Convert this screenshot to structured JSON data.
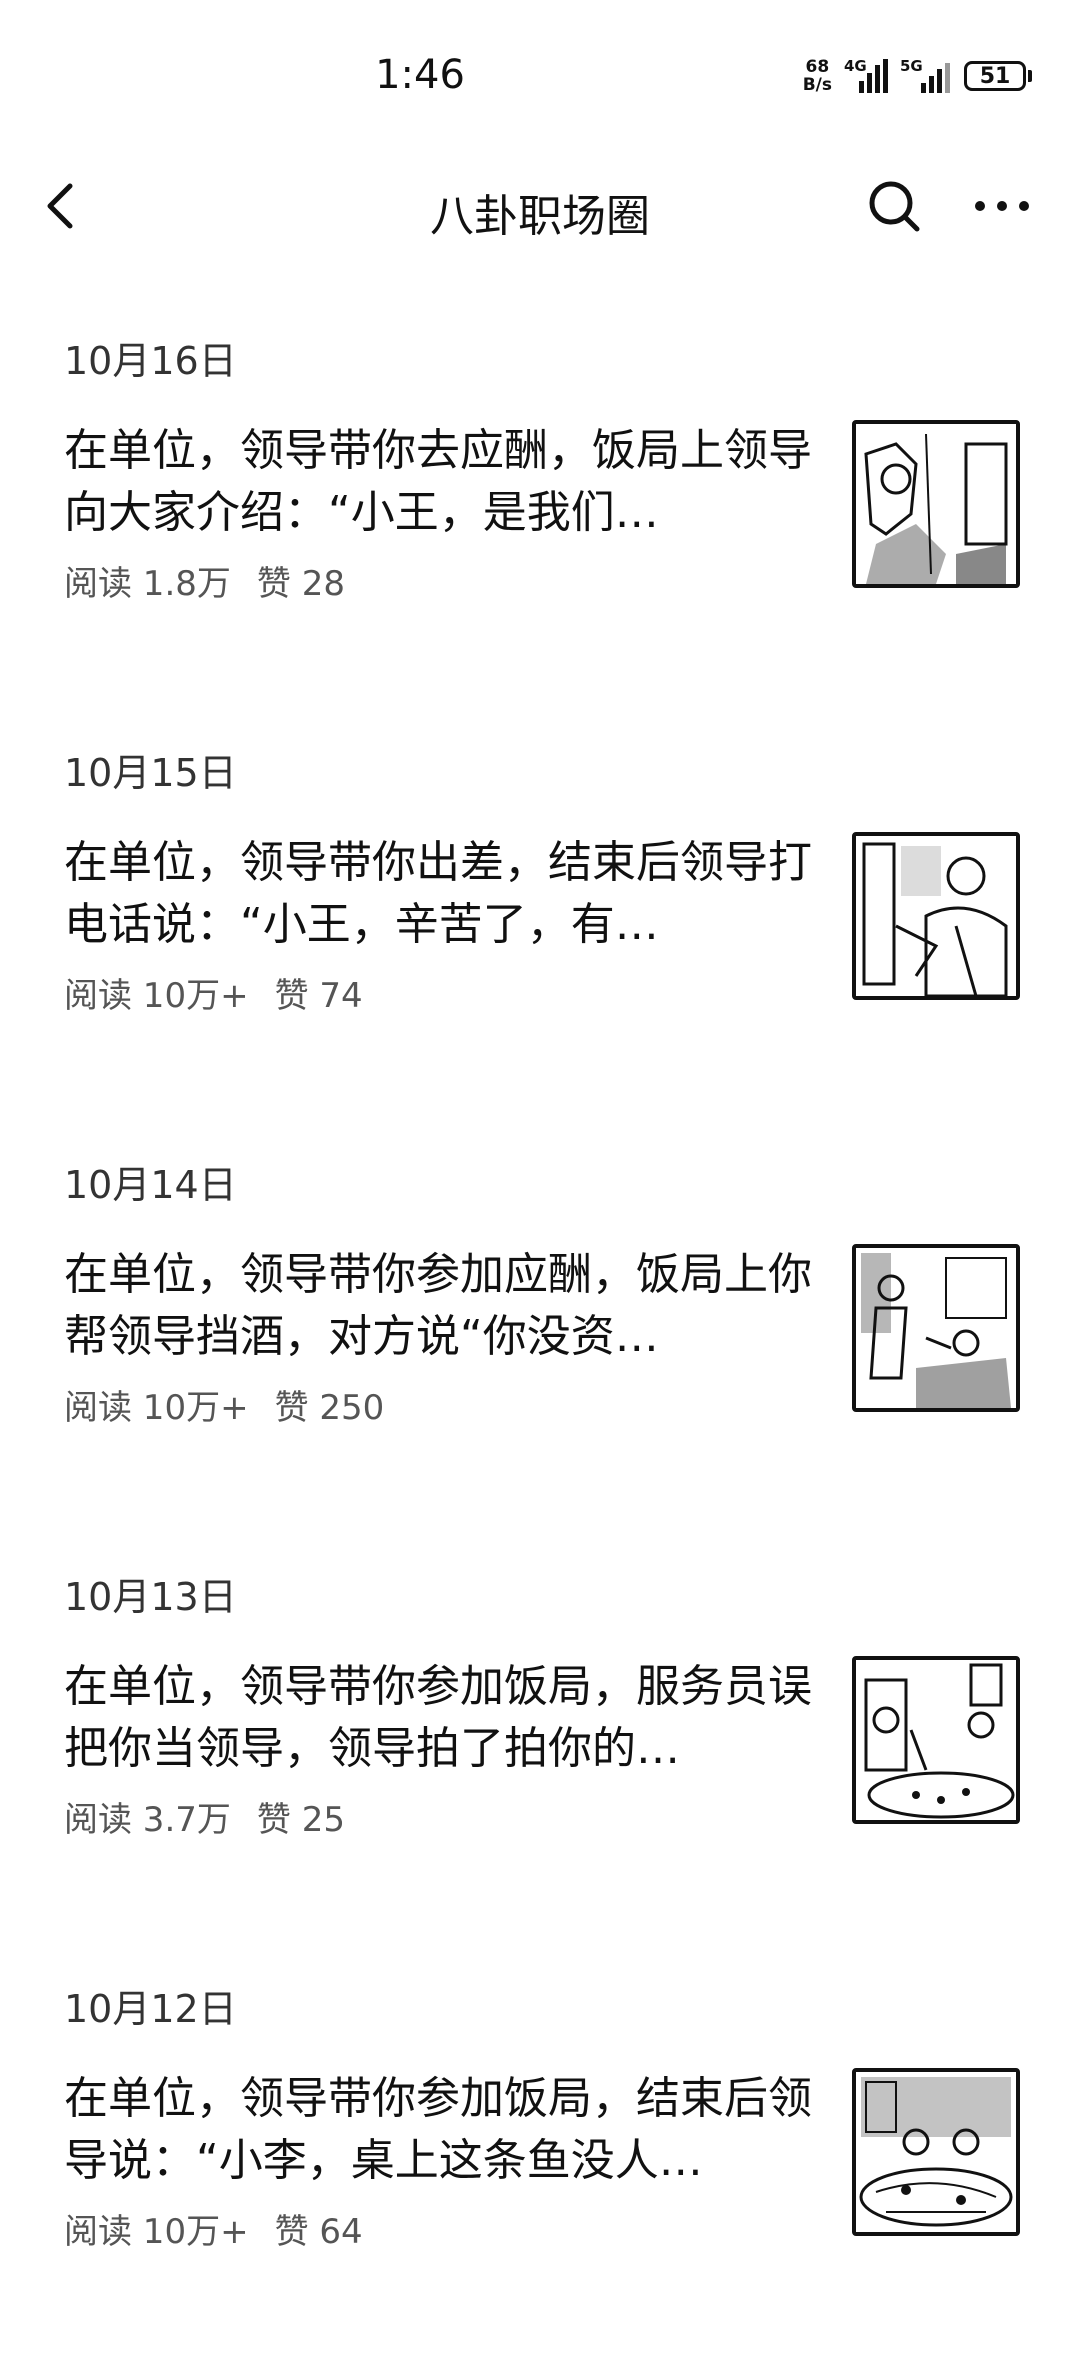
{
  "status_bar": {
    "time": "1:46",
    "net_speed_value": "68",
    "net_speed_unit": "B/s",
    "signal_1": "4G",
    "signal_2": "5G",
    "battery": "51"
  },
  "nav": {
    "title": "八卦职场圈",
    "back_icon": "chevron-left-icon",
    "search_icon": "search-icon",
    "more_icon": "more-horizontal-icon"
  },
  "articles": [
    {
      "date": "10月16日",
      "title": "在单位，领导带你去应酬，饭局上领导向大家介绍：“小王，是我们…",
      "reads": "阅读 1.8万",
      "likes": "赞 28"
    },
    {
      "date": "10月15日",
      "title": "在单位，领导带你出差，结束后领导打电话说：“小王，辛苦了，有…",
      "reads": "阅读 10万+",
      "likes": "赞 74"
    },
    {
      "date": "10月14日",
      "title": "在单位，领导带你参加应酬，饭局上你帮领导挡酒，对方说“你没资…",
      "reads": "阅读 10万+",
      "likes": "赞 250"
    },
    {
      "date": "10月13日",
      "title": "在单位，领导带你参加饭局，服务员误把你当领导，领导拍了拍你的…",
      "reads": "阅读 3.7万",
      "likes": "赞 25"
    },
    {
      "date": "10月12日",
      "title": "在单位，领导带你参加饭局，结束后领导说：“小李，桌上这条鱼没人…",
      "reads": "阅读 10万+",
      "likes": "赞 64"
    }
  ]
}
